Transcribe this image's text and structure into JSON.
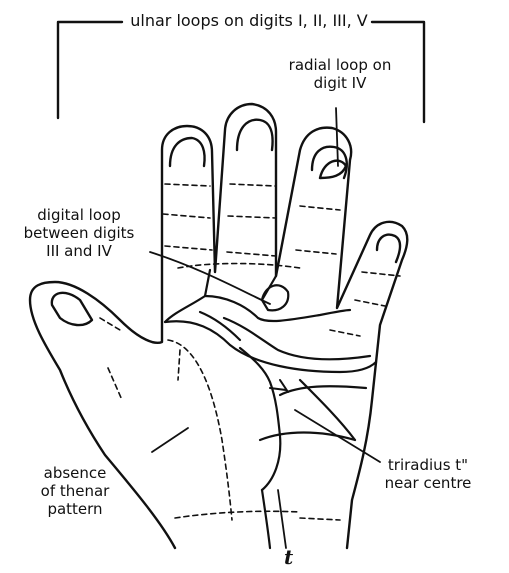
{
  "labels": {
    "top_bracket": "ulnar loops on digits  I, II, III, V",
    "radial_loop_line1": "radial loop on",
    "radial_loop_line2": "digit IV",
    "digital_loop_line1": "digital loop",
    "digital_loop_line2": "between digits",
    "digital_loop_line3": "III and IV",
    "thenar_line1": "absence",
    "thenar_line2": "of thenar",
    "thenar_line3": "pattern",
    "triradius_line1": "triradius  t\"",
    "triradius_line2": "near centre",
    "t_label": "t"
  },
  "colors": {
    "ink": "#111111",
    "paper": "#ffffff"
  }
}
